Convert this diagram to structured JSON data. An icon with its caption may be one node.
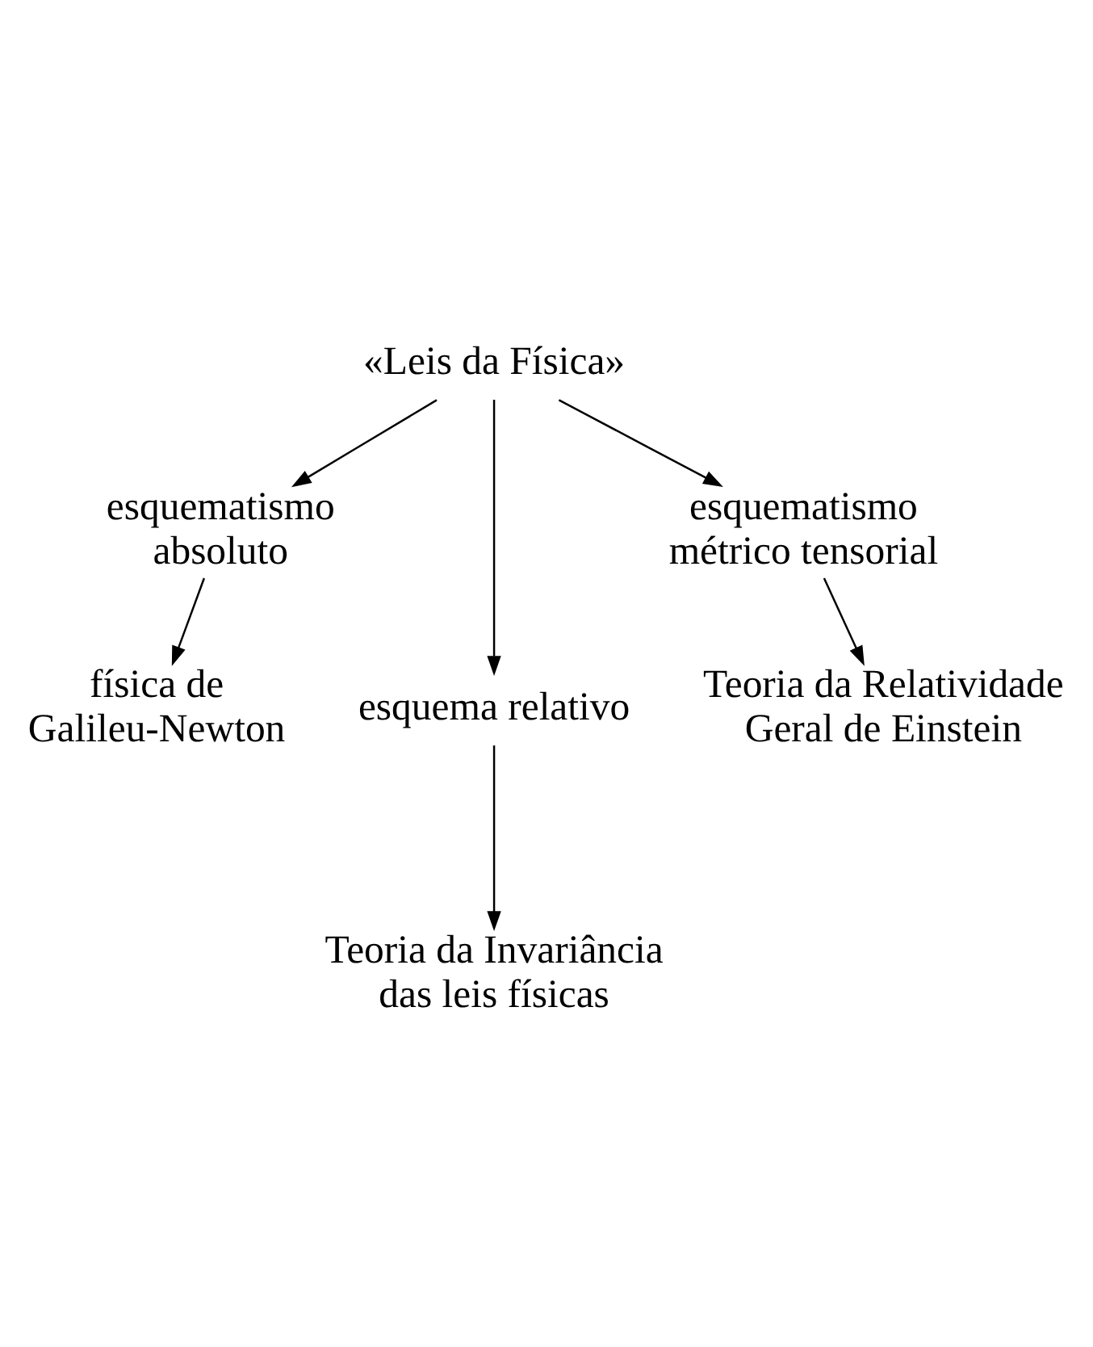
{
  "diagram": {
    "nodes": [
      {
        "text": [
          "«Leis da Física»"
        ]
      },
      {
        "text": [
          "esquematismo absoluto"
        ]
      },
      {
        "text": [
          "esquema relativo"
        ]
      },
      {
        "text": [
          "esquematismo métrico tensorial"
        ]
      },
      {
        "text": [
          "física de Galileu-Newton"
        ]
      },
      {
        "text": [
          "Teoria da Invariância das leis físicas"
        ]
      },
      {
        "text": [
          "Teoria da Relatividade Geral de Einstein"
        ]
      }
    ],
    "edges": [
      {
        "from": 0,
        "to": 1,
        "arrow": "to"
      },
      {
        "from": 0,
        "to": 2,
        "arrow": "to"
      },
      {
        "from": 0,
        "to": 3,
        "arrow": "to"
      },
      {
        "from": 1,
        "to": 4,
        "arrow": "to"
      },
      {
        "from": 2,
        "to": 5,
        "arrow": "to"
      },
      {
        "from": 3,
        "to": 6,
        "arrow": "to"
      }
    ]
  }
}
